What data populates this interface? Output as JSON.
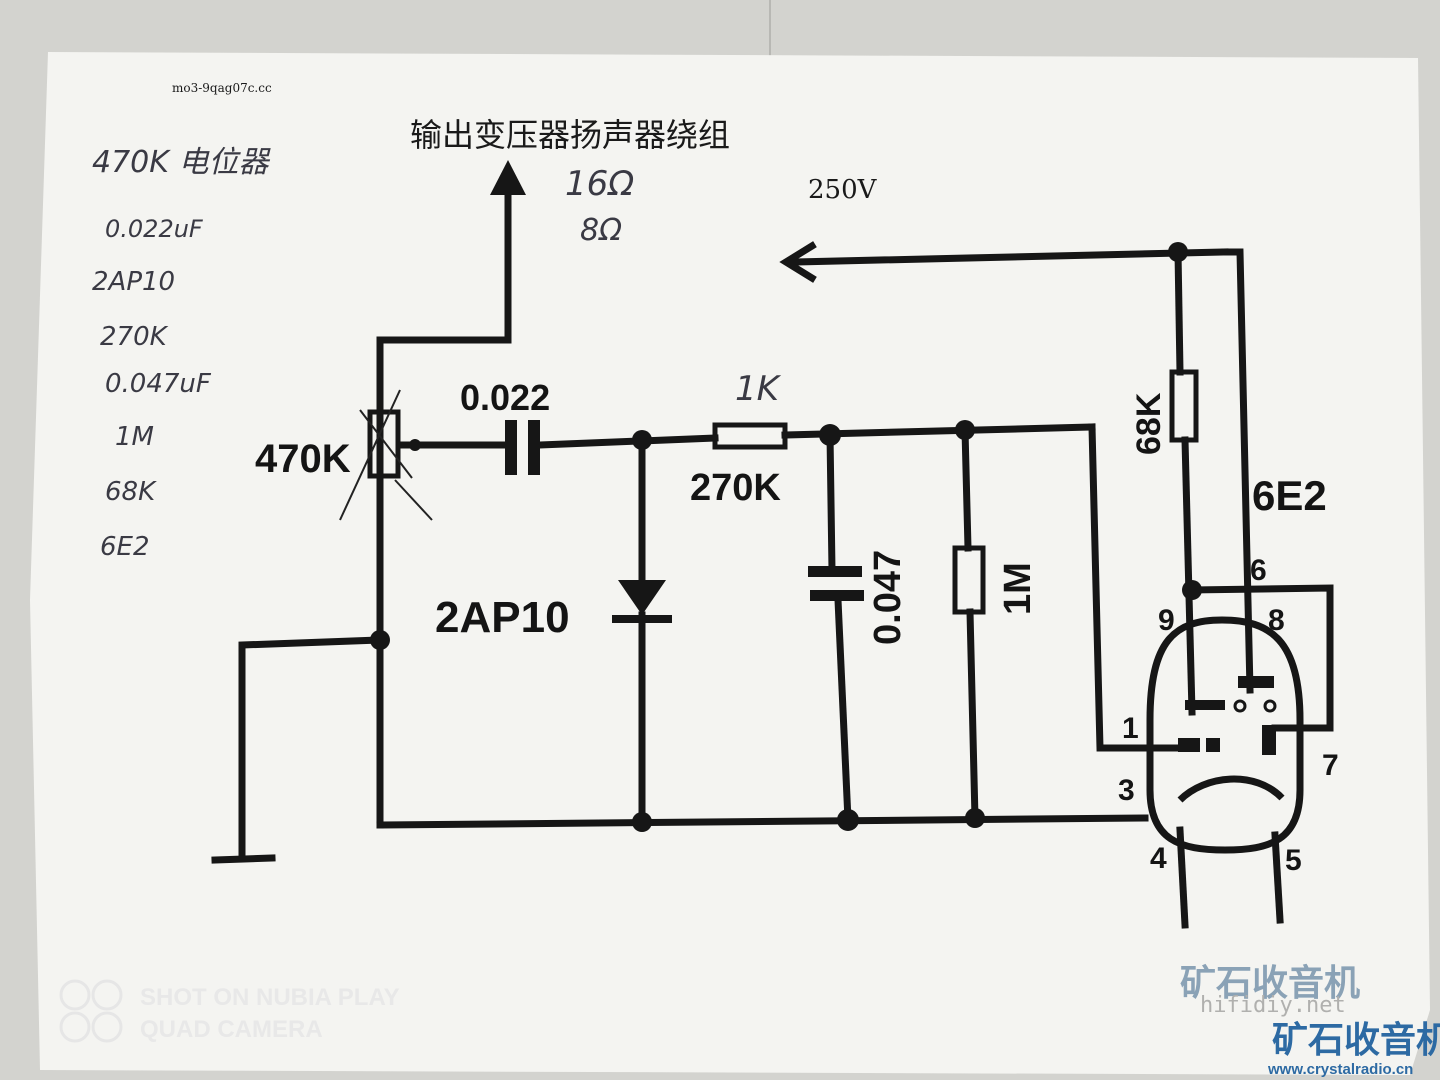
{
  "diagram": {
    "handwritten_parts": [
      "470K 电位器",
      "0.022uF",
      "2AP10",
      "270K",
      "0.047uF",
      "1M",
      "68K",
      "6E2"
    ],
    "handwritten_impedance": [
      "16Ω",
      "8Ω"
    ],
    "top_small_print": "mo3-9qag07c.cc",
    "title": "输出变压器扬声器绕组",
    "supply_voltage": "250V",
    "components": {
      "pot": "470K",
      "cap1": "0.022",
      "handwritten_resistor": "1K",
      "resistor1": "270K",
      "diode": "2AP10",
      "cap2": "0.047",
      "resistor2": "1M",
      "resistor3": "68K",
      "tube": "6E2"
    },
    "tube_pins": [
      "1",
      "3",
      "4",
      "5",
      "6",
      "7",
      "8",
      "9"
    ]
  },
  "watermarks": {
    "camera_line1": "SHOT ON NUBIA PLAY",
    "camera_line2": "QUAD CAMERA",
    "logo_text_gray": "矿石收音机",
    "logo_url_gray": "hifidiy.net",
    "logo_text_blue": "矿石收音机",
    "logo_url_blue": "www.crystalradio.cn"
  },
  "colors": {
    "paper": "#f4f4f1",
    "ink": "#161616",
    "watermark_blue": "#2d6aa3"
  }
}
